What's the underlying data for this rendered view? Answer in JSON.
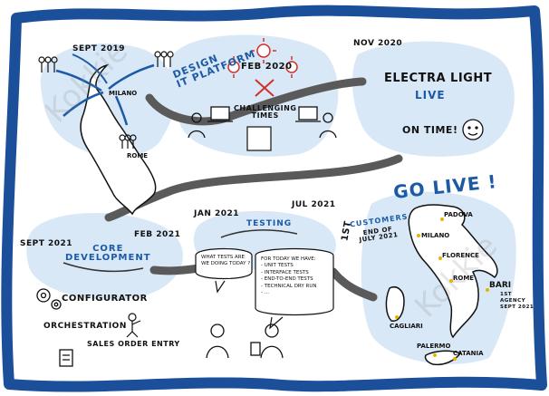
{
  "regions": {
    "italy_start": {
      "date": "SEPT 2019",
      "city_north": "MILANO",
      "city_south": "ROME"
    },
    "design": {
      "title_line1": "DESIGN",
      "title_line2": "IT PLATFORM",
      "date": "FEB 2020",
      "caption_line1": "CHALLENGING",
      "caption_line2": "TIMES"
    },
    "launch": {
      "date": "NOV 2020",
      "title": "ELECTRA LIGHT",
      "subtitle": "LIVE",
      "status": "ON TIME!"
    },
    "development": {
      "start": "SEPT 2021",
      "end": "FEB 2021",
      "title_line1": "CORE",
      "title_line2": "DEVELOPMENT",
      "items": [
        "CONFIGURATOR",
        "ORCHESTRATION",
        "SALES ORDER ENTRY"
      ]
    },
    "testing": {
      "start": "JAN 2021",
      "end": "JUL 2021",
      "title": "TESTING",
      "question_line1": "WHAT TESTS ARE",
      "question_line2": "WE DOING TODAY ?",
      "answer_title": "FOR TODAY WE HAVE:",
      "answer_items": [
        "- UNIT TESTS",
        "- INTERFACE TESTS",
        "- END-TO-END TESTS",
        "- TECHNICAL DRY RUN",
        "- ..."
      ]
    },
    "go_live": {
      "title": "GO LIVE !",
      "first": "1ST",
      "customers": "CUSTOMERS",
      "when_line1": "END OF",
      "when_line2": "JULY 2021",
      "cities": [
        "PADOVA",
        "MILANO",
        "FLORENCE",
        "ROME",
        "BARI",
        "CAGLIARI",
        "PALERMO",
        "CATANIA"
      ],
      "bari_note_line1": "1ST",
      "bari_note_line2": "AGENCY",
      "bari_note_line3": "SEPT 2021"
    }
  },
  "watermark": "Kokkie",
  "colors": {
    "frame": "#1c4f9a",
    "bubble": "#d9e8f7",
    "ink": "#111111",
    "accent_blue": "#1c5aa6",
    "road": "#5a5a5a",
    "virus": "#d0302a",
    "city_dot": "#e5b400"
  }
}
